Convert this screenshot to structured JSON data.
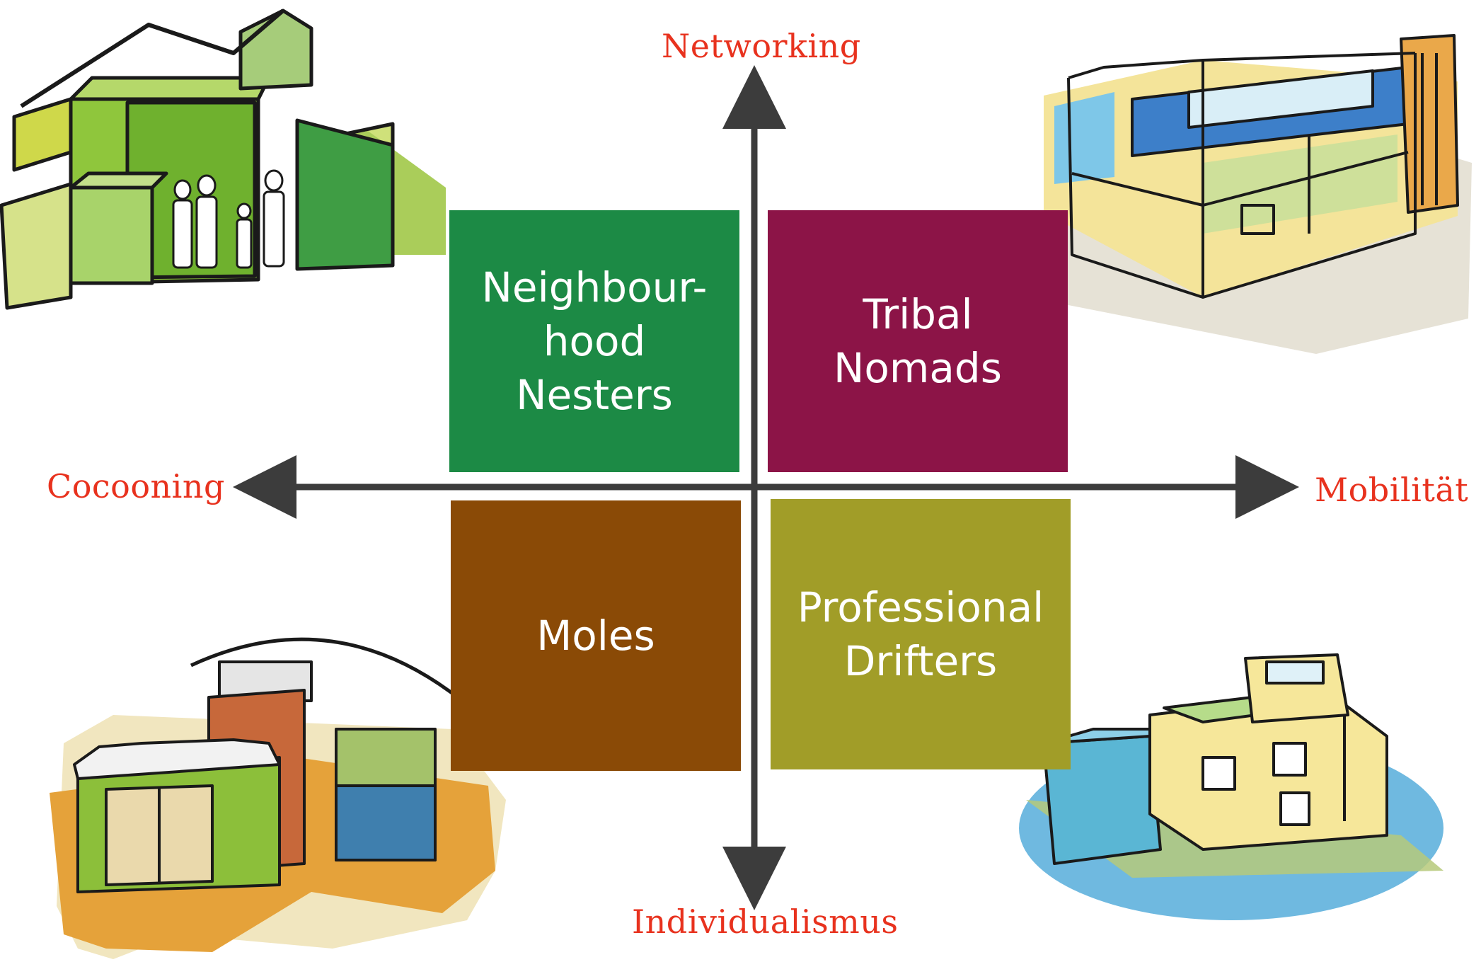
{
  "axes": {
    "top": "Networking",
    "bottom": "Individualismus",
    "left": "Cocooning",
    "right": "Mobilität"
  },
  "quadrants": [
    {
      "id": "top-left",
      "label": "Neighbour-\nhood\nNesters",
      "color": "#1c8a45"
    },
    {
      "id": "top-right",
      "label": "Tribal\nNomads",
      "color": "#8c1447"
    },
    {
      "id": "bottom-left",
      "label": "Moles",
      "color": "#8a4a06"
    },
    {
      "id": "bottom-right",
      "label": "Professional\nDrifters",
      "color": "#a19d28"
    }
  ],
  "colors": {
    "axis_label": "#e8321e",
    "axis_line": "#3c3c3c"
  },
  "illustrations": [
    {
      "name": "family-house-icon",
      "position": "top-left"
    },
    {
      "name": "glass-atrium-building-icon",
      "position": "top-right"
    },
    {
      "name": "shed-greenhouse-icon",
      "position": "bottom-left"
    },
    {
      "name": "cubic-villa-icon",
      "position": "bottom-right"
    }
  ]
}
